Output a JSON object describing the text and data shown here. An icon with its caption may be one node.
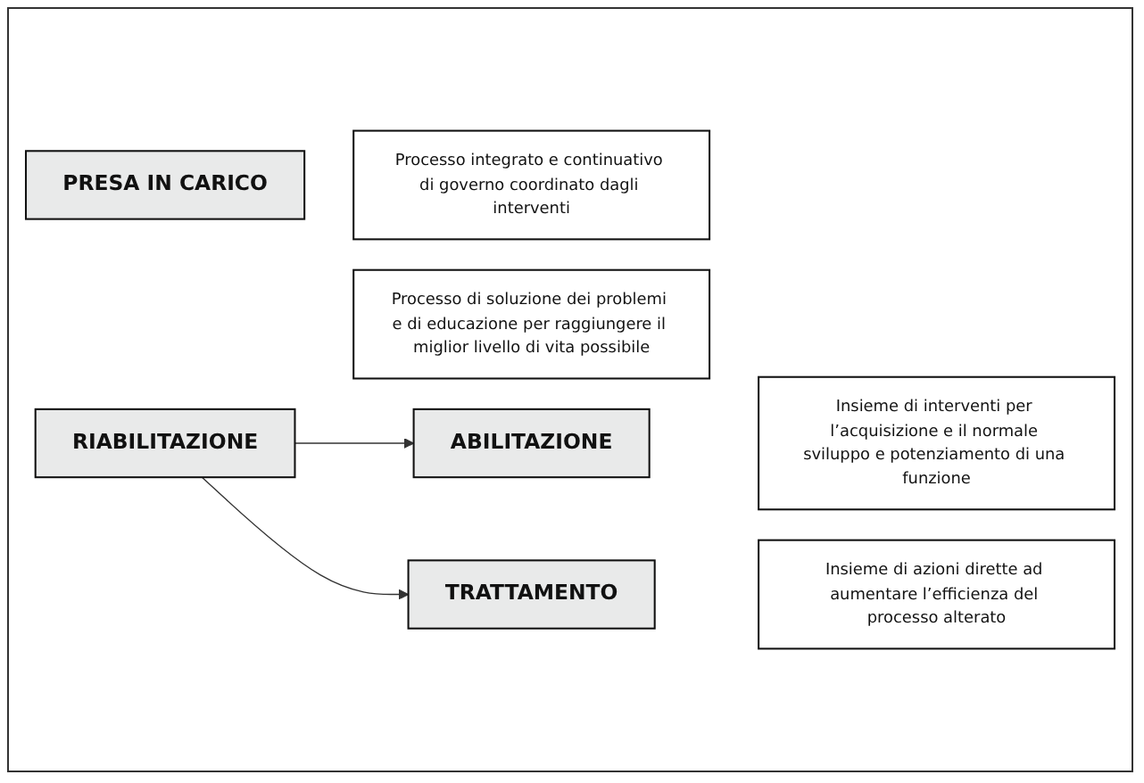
{
  "diagram": {
    "nodes": [
      {
        "text": [
          "PRESA IN CARICO"
        ]
      },
      {
        "text": [
          "Processo integrato e continuativo di governo coordinato dagli interventi"
        ]
      },
      {
        "text": [
          "RIABILITAZIONE"
        ]
      },
      {
        "text": [
          "Processo di soluzione dei problemi e di educazione per raggiungere il miglior livello di vita possibile"
        ]
      },
      {
        "text": [
          "ABILITAZIONE"
        ]
      },
      {
        "text": [
          "Insieme di interventi per l’acquisizione e il normale sviluppo e potenziamento di una funzione"
        ]
      },
      {
        "text": [
          "TRATTAMENTO"
        ]
      },
      {
        "text": [
          "Insieme di azioni dirette ad aumentare l’efficienza del processo alterato"
        ]
      }
    ],
    "edges": [
      {
        "from": 2,
        "to": 4,
        "arrow": "to"
      },
      {
        "from": 2,
        "to": 6,
        "arrow": "to"
      }
    ]
  }
}
